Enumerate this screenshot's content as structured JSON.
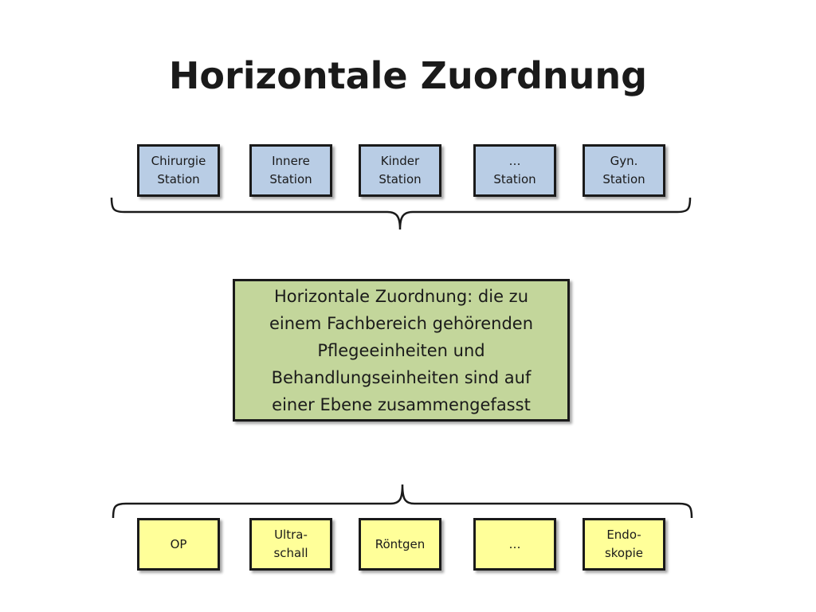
{
  "title": "Horizontale Zuordnung",
  "top_units": [
    {
      "label": "Chirurgie\nStation"
    },
    {
      "label": "Innere\nStation"
    },
    {
      "label": "Kinder\nStation"
    },
    {
      "label": "…\nStation"
    },
    {
      "label": "Gyn.\nStation"
    }
  ],
  "center_text": "Horizontale Zuordnung: die zu\neinem Fachbereich gehörenden\nPflegeeinheiten und\nBehandlungseinheiten sind auf\neiner Ebene zusammengefasst",
  "bottom_units": [
    {
      "label": "OP"
    },
    {
      "label": "Ultra-\nschall"
    },
    {
      "label": "Röntgen"
    },
    {
      "label": "…"
    },
    {
      "label": "Endo-\nskopie"
    }
  ],
  "colors": {
    "top_fill": "#b9cde5",
    "center_fill": "#c3d69b",
    "bottom_fill": "#ffff99",
    "border": "#1a1a1a"
  }
}
